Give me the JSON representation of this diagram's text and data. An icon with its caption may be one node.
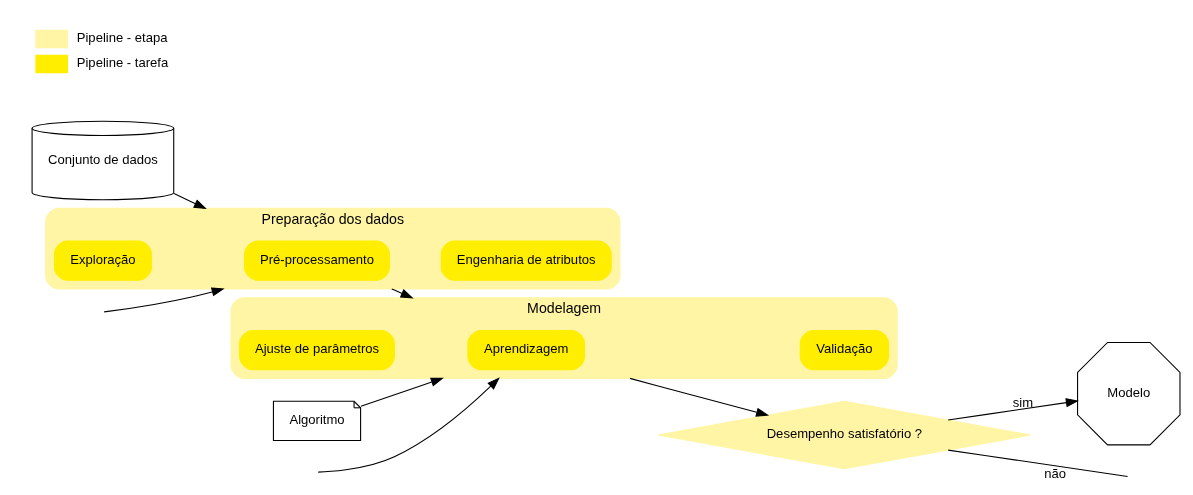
{
  "diagram": {
    "nodes": [
      {
        "text": [
          "Conjunto de dados"
        ]
      },
      {
        "text": [
          "Preparação dos dados"
        ]
      },
      {
        "text": [
          "Exploração"
        ],
        "in": 1
      },
      {
        "text": [
          "Pré-processamento"
        ],
        "in": 1
      },
      {
        "text": [
          "Engenharia de atributos"
        ],
        "in": 1
      },
      {
        "text": [
          "Algoritmo"
        ]
      },
      {
        "text": [
          "Modelagem"
        ]
      },
      {
        "text": [
          "Ajuste de parâmetros"
        ],
        "in": 6
      },
      {
        "text": [
          "Aprendizagem"
        ],
        "in": 6
      },
      {
        "text": [
          "Validação"
        ],
        "in": 6
      },
      {
        "text": [
          "Modelo"
        ]
      },
      {
        "text": [
          "Desempenho satisfatório ?"
        ]
      }
    ],
    "edges": [
      {
        "from": 0,
        "to": 1,
        "arrow": "to"
      },
      {
        "from": null,
        "to": 1,
        "arrow": "to"
      },
      {
        "from": 1,
        "to": 6,
        "arrow": "to"
      },
      {
        "from": 5,
        "to": 6,
        "arrow": "to"
      },
      {
        "from": null,
        "to": 6,
        "arrow": "to"
      },
      {
        "from": 6,
        "to": 11,
        "arrow": "to"
      },
      {
        "from": 11,
        "to": 10,
        "label": "sim",
        "arrow": "to"
      },
      {
        "from": 11,
        "to": null,
        "label": "não",
        "arrow": "none"
      }
    ],
    "legend": [
      {
        "text": "Pipeline - etapa",
        "color": "#fff5a5"
      },
      {
        "text": "Pipeline - tarefa",
        "color": "#ffee00"
      }
    ]
  }
}
